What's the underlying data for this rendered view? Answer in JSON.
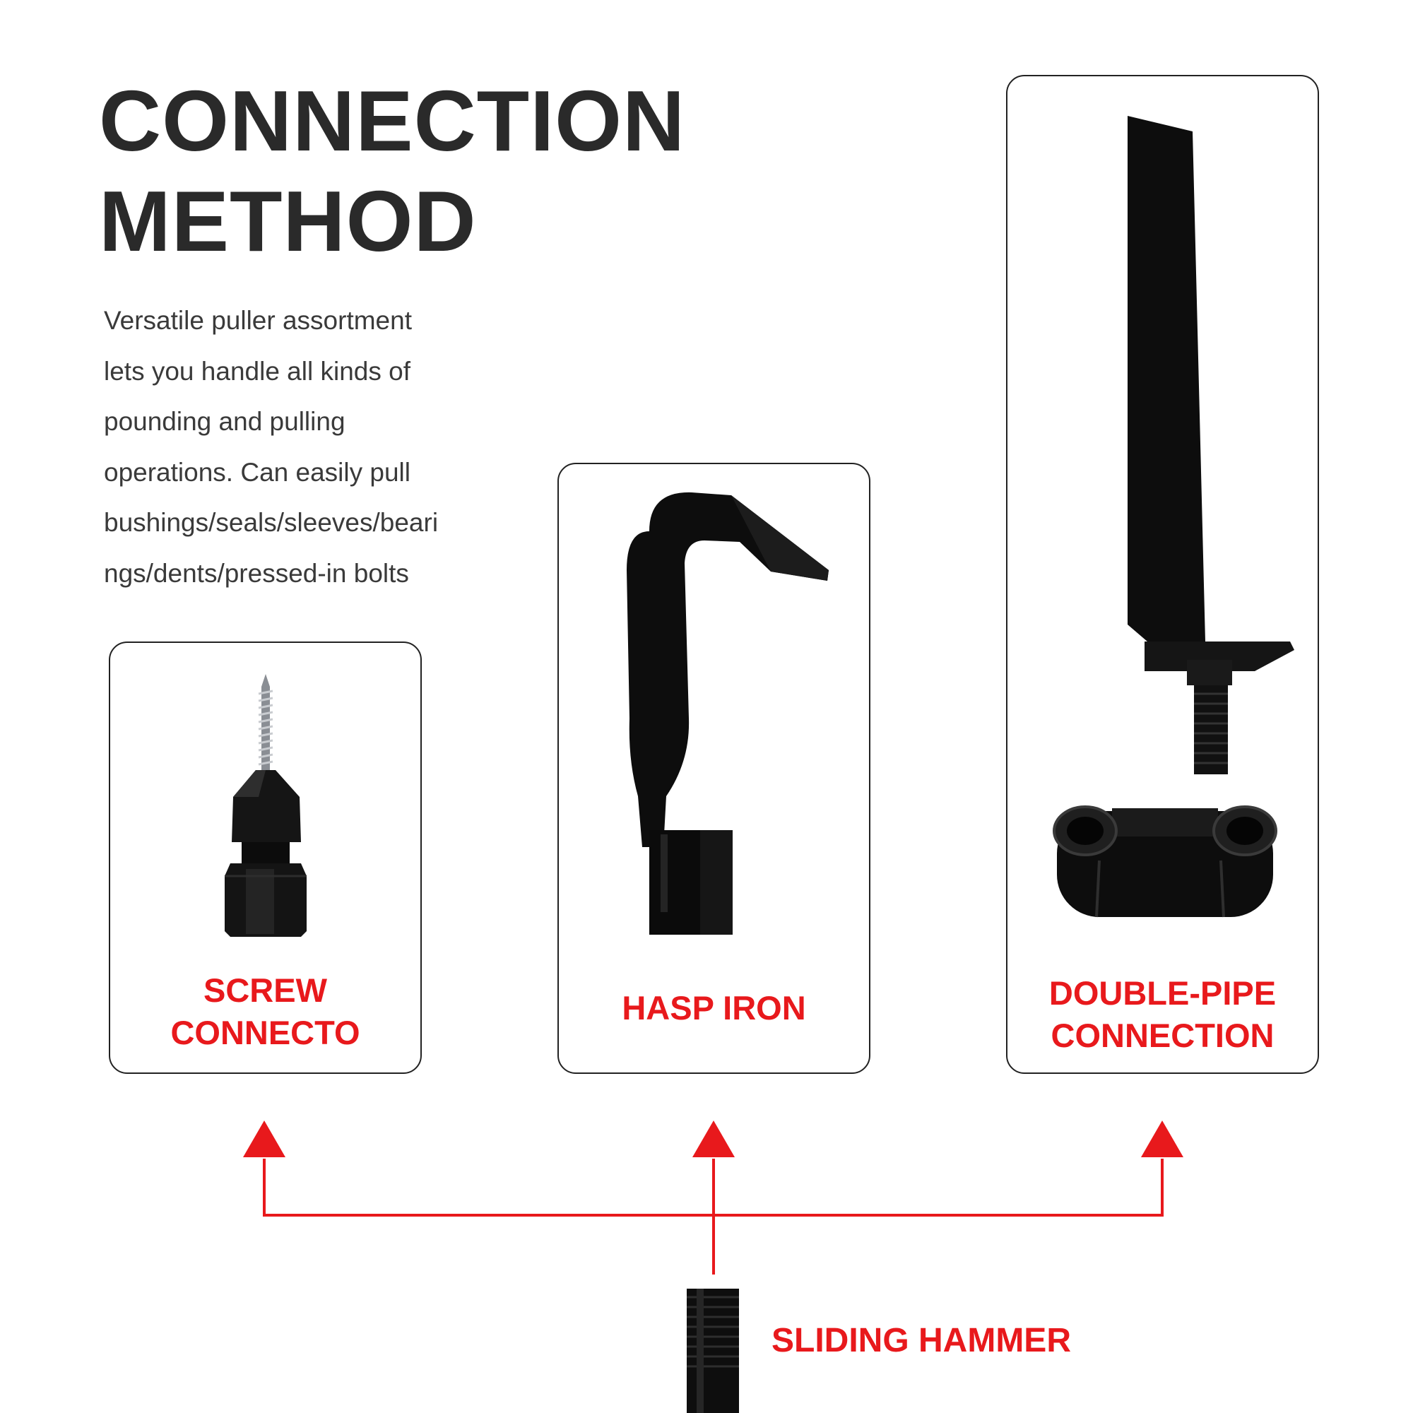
{
  "title": {
    "line1": "CONNECTION",
    "line2": "METHOD"
  },
  "description": {
    "lines": [
      "Versatile puller assortment",
      "lets you handle all kinds of",
      "pounding and pulling",
      "operations.   Can easily pull",
      "bushings/seals/sleeves/beari",
      "ngs/dents/pressed-in bolts"
    ]
  },
  "cards": {
    "screw": {
      "label_line1": "SCREW",
      "label_line2": "CONNECTO"
    },
    "hasp": {
      "label": "HASP IRON"
    },
    "double_pipe": {
      "label_line1": "DOUBLE-PIPE",
      "label_line2": "CONNECTION"
    }
  },
  "hammer": {
    "label": "SLIDING HAMMER"
  },
  "colors": {
    "accent": "#e8191c",
    "title": "#2a2a2a",
    "text": "#3a3a3a",
    "part": "#111111"
  }
}
